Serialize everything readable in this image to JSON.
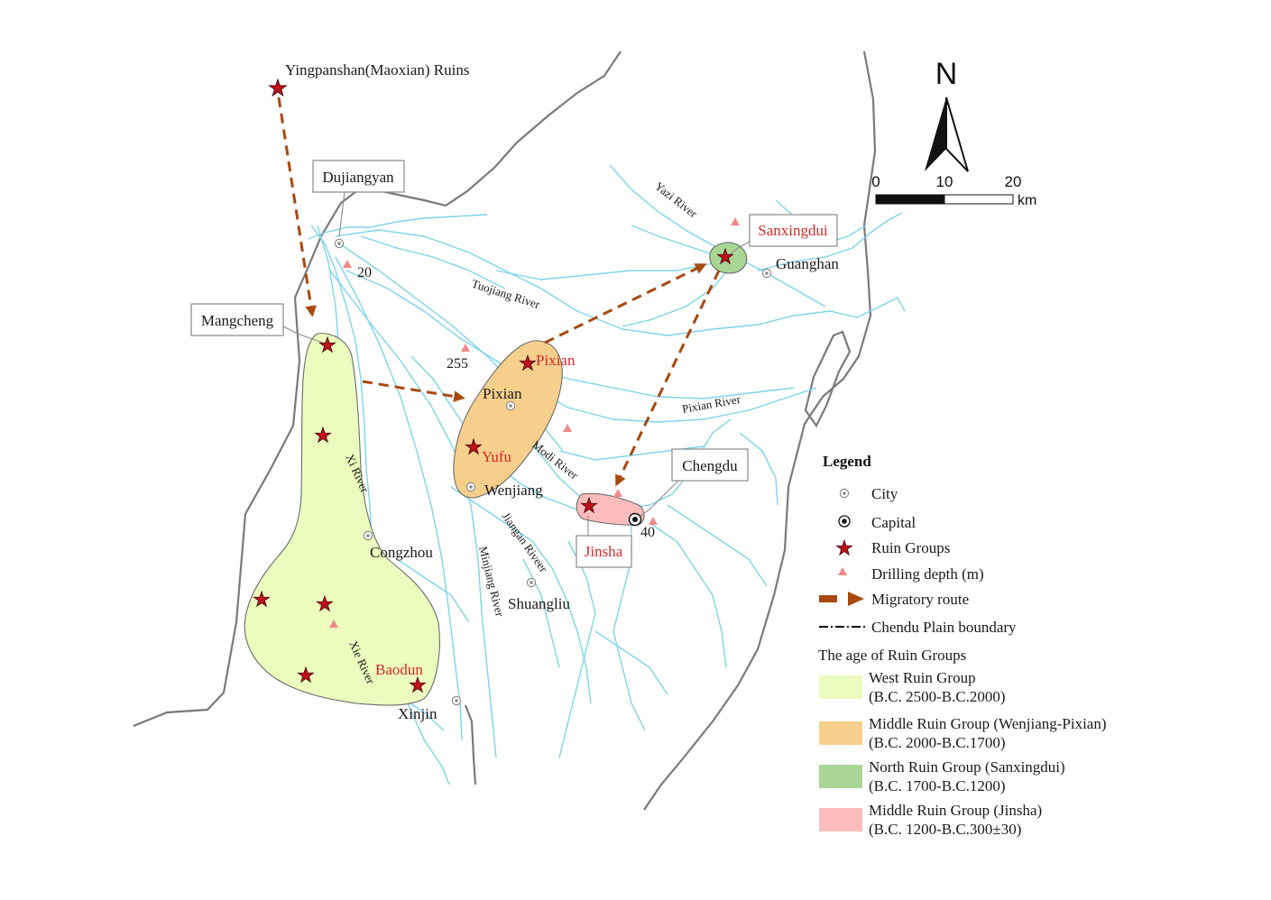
{
  "map": {
    "ruins": {
      "yingpanshan": "Yingpanshan(Maoxian) Ruins",
      "pixian": "Pixian",
      "yufu": "Yufu",
      "baodun": "Baodun",
      "sanxingdui": "Sanxingdui",
      "jinsha": "Jinsha",
      "mangcheng": "Mangcheng"
    },
    "cities": {
      "dujiangyan": "Dujiangyan",
      "guanghan": "Guanghan",
      "pixian": "Pixian",
      "wenjiang": "Wenjiang",
      "congzhou": "Congzhou",
      "shuangliu": "Shuangliu",
      "xinjin": "Xinjin",
      "chengdu": "Chengdu"
    },
    "rivers": {
      "tuojiang": "Tuojiang River",
      "yazi": "Yazi River",
      "pixian": "Pixian River",
      "modi": "Modi River",
      "xi": "Xi River",
      "xie": "Xie River",
      "jiangan": "Jiangan Riveer",
      "minjiang": "Minjiang River"
    },
    "drilling_depths": [
      "20",
      "255",
      "40"
    ]
  },
  "compass": {
    "north": "N"
  },
  "scale_bar": {
    "ticks": [
      "0",
      "10",
      "20"
    ],
    "unit": "km"
  },
  "legend": {
    "title": "Legend",
    "city": "City",
    "capital": "Capital",
    "ruin_groups": "Ruin Groups",
    "drilling": "Drilling depth (m)",
    "migratory": "Migratory route",
    "boundary": "Chendu Plain boundary",
    "age_title": "The age of  Ruin Groups",
    "groups": [
      {
        "name": "West Ruin Group",
        "period": "(B.C. 2500-B.C.2000)",
        "color": "#ecfbbe"
      },
      {
        "name": "Middle  Ruin Group (Wenjiang-Pixian)",
        "period": "(B.C. 2000-B.C.1700)",
        "color": "#f7cf8c"
      },
      {
        "name": "North  Ruin Group (Sanxingdui)",
        "period": "(B.C. 1700-B.C.1200)",
        "color": "#a9d696"
      },
      {
        "name": "Middle Ruin Group (Jinsha)",
        "period": "(B.C. 1200-B.C.300±30)",
        "color": "#fbbcbc"
      }
    ]
  },
  "colors": {
    "river": "#7fd3ea",
    "boundary": "#7a7a7a",
    "star": "#c0101a",
    "route": "#a8490f",
    "drilling": "#f08a8a",
    "ruin_label": "#d52a2a"
  }
}
